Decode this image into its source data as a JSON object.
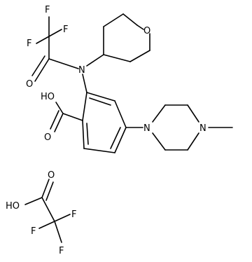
{
  "atoms": {
    "f_top": "F",
    "f_left": "F",
    "f_right": "F",
    "o_amide": "O",
    "n_amide": "N",
    "o_ring": "O",
    "ho_acid": "HO",
    "o_acid": "O",
    "n_pip1": "N",
    "n_pip2": "N",
    "ho_tfa": "HO",
    "o_tfa": "O",
    "f_tfa1": "F",
    "f_tfa2": "F",
    "f_tfa3": "F"
  },
  "colors": {
    "ink": "#000000",
    "background": "#ffffff"
  }
}
